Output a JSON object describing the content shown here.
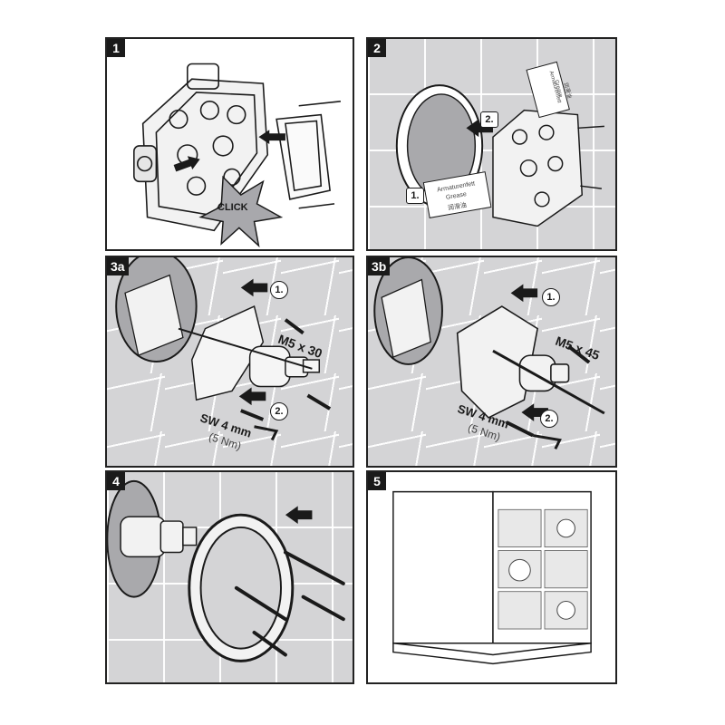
{
  "panels": [
    {
      "number": "1",
      "click_text": "CLICK"
    },
    {
      "number": "2",
      "step1": "1.",
      "step2": "2.",
      "grease_label_1": "Armaturenfett",
      "grease_label_2": "Grease",
      "grease_label_3": "润滑油"
    },
    {
      "number": "3a",
      "step1": "1.",
      "step2": "2.",
      "screw": "M5 x 30",
      "wrench": "SW 4 mm",
      "torque": "(5 Nm)"
    },
    {
      "number": "3b",
      "step1": "1.",
      "step2": "2.",
      "screw": "M5 x 45",
      "wrench": "SW 4 mm",
      "torque": "(5 Nm)"
    },
    {
      "number": "4"
    },
    {
      "number": "5"
    }
  ],
  "colors": {
    "tile": "#d4d4d6",
    "grout": "#ffffff",
    "ink": "#1a1a1a"
  }
}
